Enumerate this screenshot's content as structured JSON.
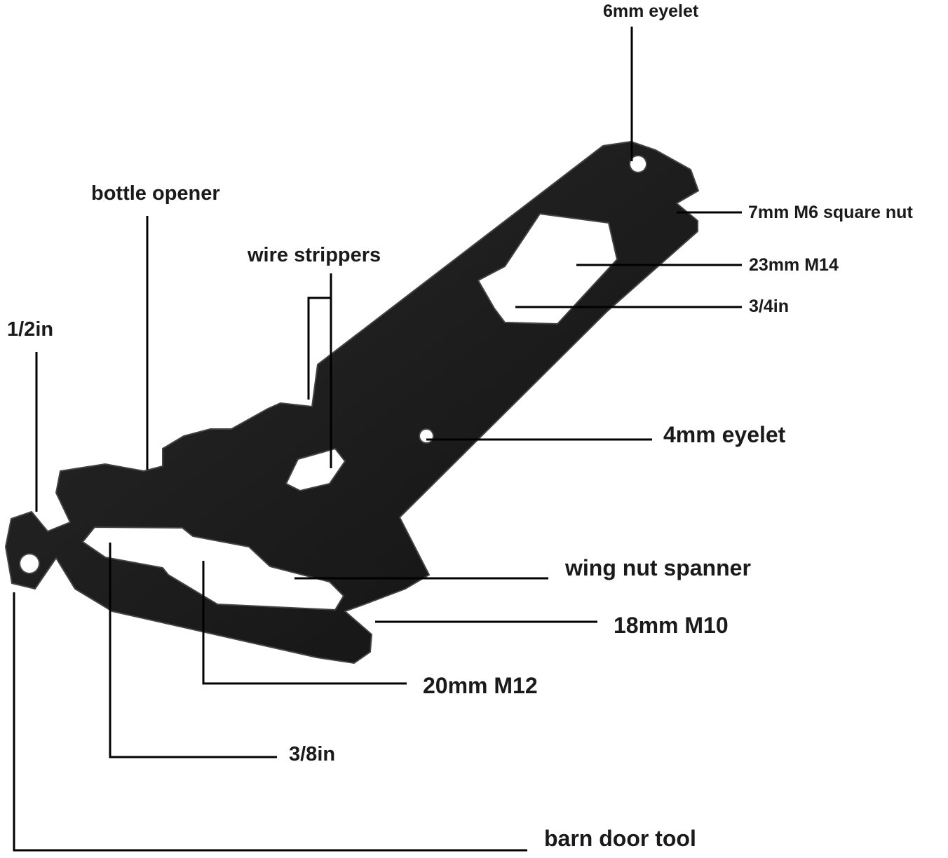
{
  "labels": {
    "eyelet_6mm": "6mm eyelet",
    "square_nut_7mm": "7mm M6 square nut",
    "m14_23mm": "23mm M14",
    "three_quarter_in": "3/4in",
    "bottle_opener": "bottle opener",
    "wire_strippers": "wire strippers",
    "half_in": "1/2in",
    "eyelet_4mm": "4mm eyelet",
    "wing_nut_spanner": "wing nut spanner",
    "m10_18mm": "18mm M10",
    "m12_20mm": "20mm M12",
    "three_eighth_in": "3/8in",
    "barn_door_tool": "barn door tool"
  },
  "colors": {
    "tool": "#1c1c1c",
    "tool_edge": "#3a3a3a",
    "leader": "#000000",
    "text": "#1a1a1a",
    "background": "#ffffff"
  }
}
